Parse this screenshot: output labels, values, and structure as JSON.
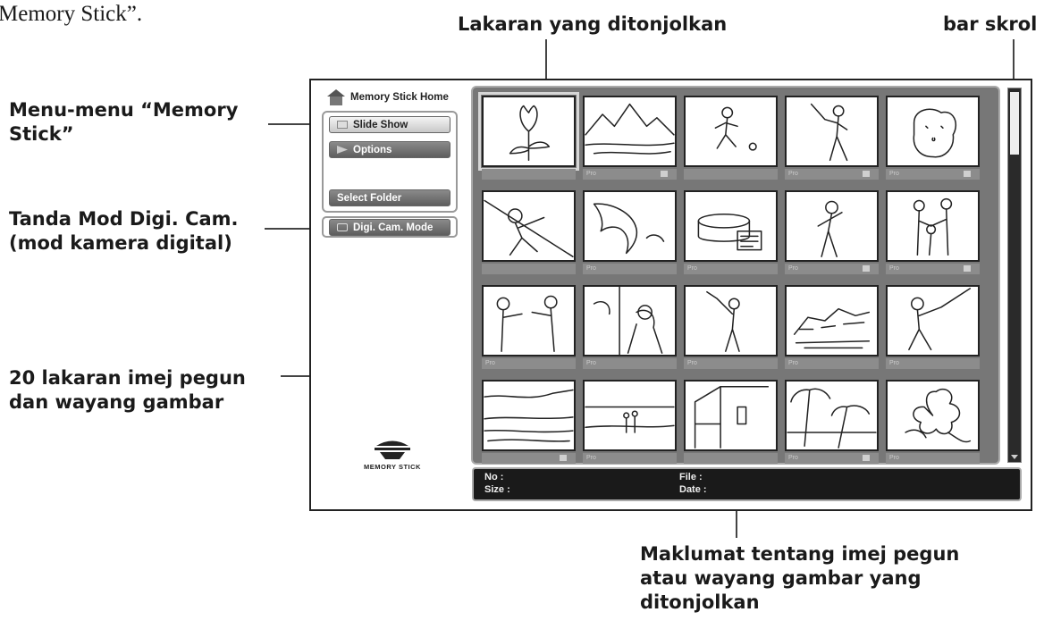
{
  "intro_text": "Memory Stick”.",
  "callouts": {
    "highlighted_thumbnail": "Lakaran yang ditonjolkan",
    "scrollbar": "bar skrol",
    "menus_line1": "Menu-menu “Memory",
    "menus_line2": "Stick”",
    "digi_mark_line1": "Tanda Mod Digi. Cam.",
    "digi_mark_line2": "(mod kamera digital)",
    "thumbs_line1": "20 lakaran imej pegun",
    "thumbs_line2": "dan wayang gambar",
    "info_line1": "Maklumat tentang imej pegun",
    "info_line2": "atau wayang gambar yang",
    "info_line3": "ditonjolkan"
  },
  "screen": {
    "home_label": "Memory Stick Home",
    "home_icon": "house-icon",
    "menu": {
      "slide_show": "Slide Show",
      "options": "Options",
      "select_folder": "Select Folder"
    },
    "digi_cam_mode": "Digi. Cam. Mode",
    "logo_text": "MEMORY STICK",
    "info_bar": {
      "no_label": "No  :",
      "size_label": "Size :",
      "file_label": "File  :",
      "date_label": "Date :"
    }
  },
  "thumbnails": [
    {
      "subject": "tulip",
      "strip": "",
      "mark": false,
      "selected": true
    },
    {
      "subject": "mountains",
      "strip": "Pro",
      "mark": true,
      "selected": false
    },
    {
      "subject": "soccer",
      "strip": "",
      "mark": false,
      "selected": false
    },
    {
      "subject": "baseball batter",
      "strip": "Pro",
      "mark": true,
      "selected": false
    },
    {
      "subject": "dog",
      "strip": "Pro",
      "mark": true,
      "selected": false
    },
    {
      "subject": "pitcher",
      "strip": "",
      "mark": false,
      "selected": false
    },
    {
      "subject": "dolphin",
      "strip": "Pro",
      "mark": false,
      "selected": false
    },
    {
      "subject": "cake",
      "strip": "Pro",
      "mark": false,
      "selected": false
    },
    {
      "subject": "woman",
      "strip": "Pro",
      "mark": true,
      "selected": false
    },
    {
      "subject": "family",
      "strip": "Pro",
      "mark": true,
      "selected": false
    },
    {
      "subject": "boxing",
      "strip": "Pro",
      "mark": false,
      "selected": false
    },
    {
      "subject": "people",
      "strip": "Pro",
      "mark": false,
      "selected": false
    },
    {
      "subject": "golfer",
      "strip": "Pro",
      "mark": false,
      "selected": false
    },
    {
      "subject": "town",
      "strip": "Pro",
      "mark": false,
      "selected": false
    },
    {
      "subject": "batter",
      "strip": "Pro",
      "mark": false,
      "selected": false
    },
    {
      "subject": "beach",
      "strip": "",
      "mark": true,
      "selected": false
    },
    {
      "subject": "couple on beach",
      "strip": "Pro",
      "mark": false,
      "selected": false
    },
    {
      "subject": "house",
      "strip": "",
      "mark": false,
      "selected": false
    },
    {
      "subject": "palms",
      "strip": "Pro",
      "mark": true,
      "selected": false
    },
    {
      "subject": "hibiscus",
      "strip": "Pro",
      "mark": false,
      "selected": false
    }
  ]
}
